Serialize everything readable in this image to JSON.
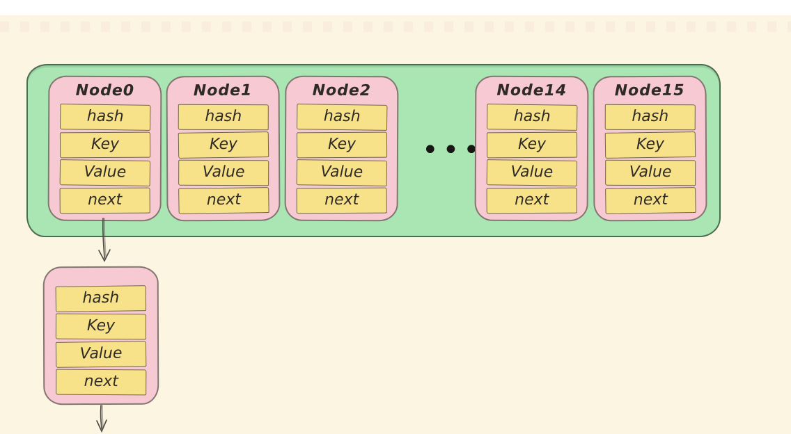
{
  "page": {
    "background_color": "#fbf5e2",
    "top_strip_color": "#ffffff"
  },
  "colors": {
    "bucket_fill": "#a9e6b3",
    "bucket_stroke": "#4d6b50",
    "node_fill": "#f7c9d2",
    "node_stroke": "#857571",
    "field_fill": "#f8e289",
    "field_stroke": "#6f6448",
    "text": "#2e2a26",
    "arrow": "#4f4c45",
    "ellipsis_color": "#161613"
  },
  "bucket_array": {
    "ellipsis": "•••",
    "nodes": [
      {
        "title": "Node0",
        "fields": [
          "hash",
          "Key",
          "Value",
          "next"
        ]
      },
      {
        "title": "Node1",
        "fields": [
          "hash",
          "Key",
          "Value",
          "next"
        ]
      },
      {
        "title": "Node2",
        "fields": [
          "hash",
          "Key",
          "Value",
          "next"
        ]
      },
      {
        "title": "Node14",
        "fields": [
          "hash",
          "Key",
          "Value",
          "next"
        ]
      },
      {
        "title": "Node15",
        "fields": [
          "hash",
          "Key",
          "Value",
          "next"
        ]
      }
    ]
  },
  "chained_node": {
    "fields": [
      "hash",
      "Key",
      "Value",
      "next"
    ]
  }
}
